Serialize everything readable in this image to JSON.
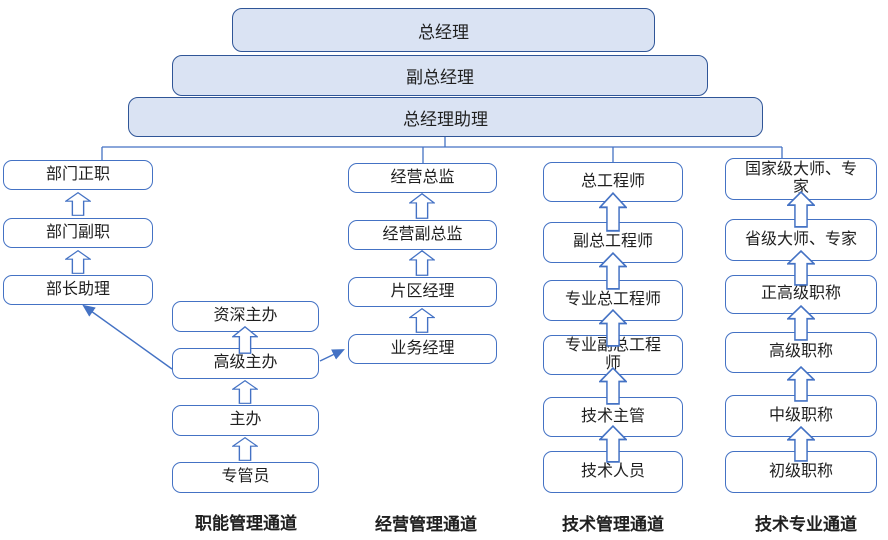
{
  "pyramid": {
    "levels": [
      {
        "label": "总经理"
      },
      {
        "label": "副总经理"
      },
      {
        "label": "总经理助理"
      }
    ]
  },
  "channels": [
    {
      "name": "职能管理通道",
      "senior_track": [
        {
          "label": "部门正职"
        },
        {
          "label": "部门副职"
        },
        {
          "label": "部长助理"
        }
      ],
      "track": [
        {
          "label": "资深主办"
        },
        {
          "label": "高级主办"
        },
        {
          "label": "主办"
        },
        {
          "label": "专管员"
        }
      ]
    },
    {
      "name": "经营管理通道",
      "track": [
        {
          "label": "经营总监"
        },
        {
          "label": "经营副总监"
        },
        {
          "label": "片区经理"
        },
        {
          "label": "业务经理"
        }
      ]
    },
    {
      "name": "技术管理通道",
      "track": [
        {
          "label": "总工程师"
        },
        {
          "label": "副总工程师"
        },
        {
          "label": "专业总工程师"
        },
        {
          "label": "专业副总工程\n师"
        },
        {
          "label": "技术主管"
        },
        {
          "label": "技术人员"
        }
      ]
    },
    {
      "name": "技术专业通道",
      "track": [
        {
          "label": "国家级大师、专\n家"
        },
        {
          "label": "省级大师、专家"
        },
        {
          "label": "正高级职称"
        },
        {
          "label": "高级职称"
        },
        {
          "label": "中级职称"
        },
        {
          "label": "初级职称"
        }
      ]
    }
  ],
  "colors": {
    "accent": "#4472c4",
    "pyramid_fill": "#dae3f3",
    "pyramid_border": "#2f5597",
    "text": "#1f1f1f"
  }
}
